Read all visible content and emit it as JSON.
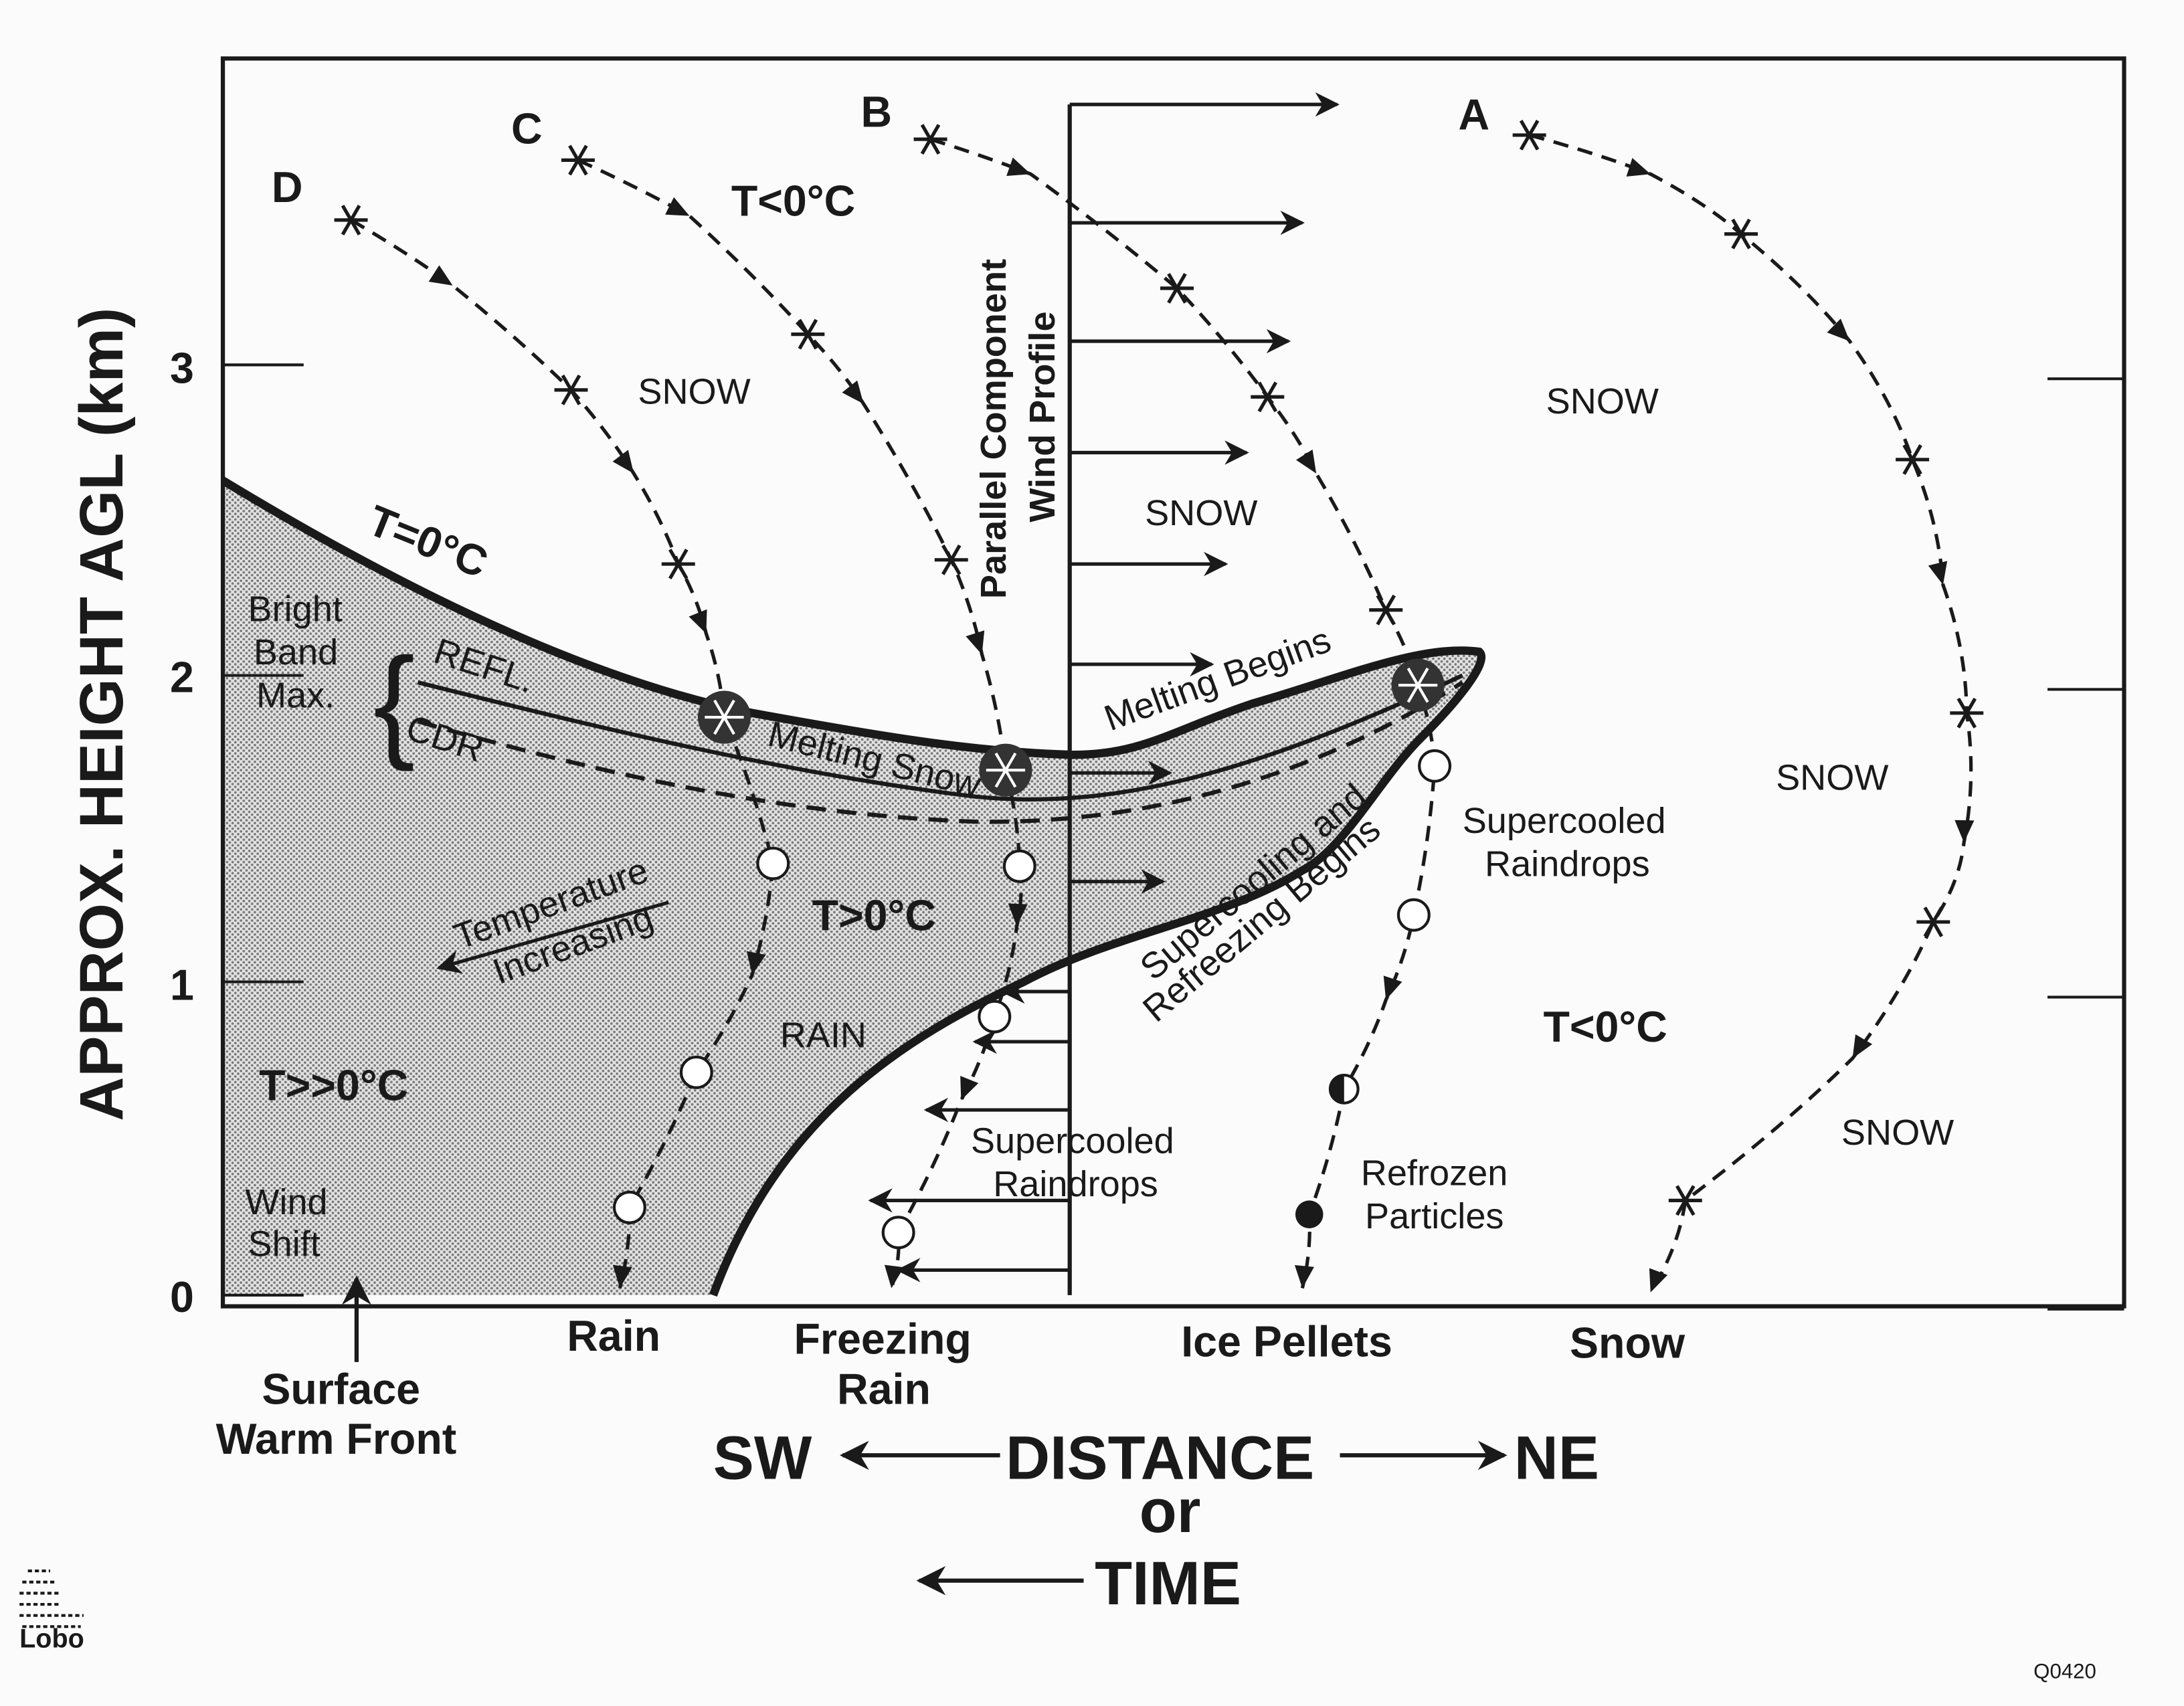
{
  "axis": {
    "y_label": "APPROX. HEIGHT AGL (km)",
    "y_ticks": [
      "0",
      "1",
      "2",
      "3"
    ]
  },
  "trajectories": [
    {
      "label": "D"
    },
    {
      "label": "C"
    },
    {
      "label": "B"
    },
    {
      "label": "A"
    }
  ],
  "regions": {
    "t_below_top": "T<0°C",
    "t_zero_line": "T=0°C",
    "t_above": "T>0°C",
    "t_much_above": "T>>0°C",
    "t_below_right": "T<0°C",
    "snow_labels": [
      "SNOW",
      "SNOW",
      "SNOW",
      "SNOW",
      "SNOW"
    ],
    "rain": "RAIN"
  },
  "annotations": {
    "wind_profile": [
      "Parallel Component",
      "Wind Profile"
    ],
    "bright_band": [
      "Bright",
      "Band",
      "Max."
    ],
    "refl": "REFL.",
    "cdr": "CDR",
    "melting_snow": "Melting Snow",
    "melting_begins": "Melting Begins",
    "temperature_increasing": [
      "Temperature",
      "Increasing"
    ],
    "supercooling": [
      "Supercooling and",
      "Refreezing Begins"
    ],
    "supercooled_right": [
      "Supercooled",
      "Raindrops"
    ],
    "supercooled_left": [
      "Supercooled",
      "Raindrops"
    ],
    "refrozen": [
      "Refrozen",
      "Particles"
    ],
    "wind_shift": [
      "Wind",
      "Shift"
    ]
  },
  "surface_types": {
    "rain": "Rain",
    "freezing_rain": [
      "Freezing",
      "Rain"
    ],
    "ice_pellets": "Ice Pellets",
    "snow": "Snow"
  },
  "surface_front": [
    "Surface",
    "Warm Front"
  ],
  "x_axis": {
    "sw": "SW",
    "distance": "DISTANCE",
    "ne": "NE",
    "or": "or",
    "time": "TIME"
  },
  "logo": "Lobo",
  "code": "Q0420",
  "colors": {
    "ink": "#1a1a1a",
    "shade": "#cfcfcf",
    "paper": "#fbfbfb"
  }
}
